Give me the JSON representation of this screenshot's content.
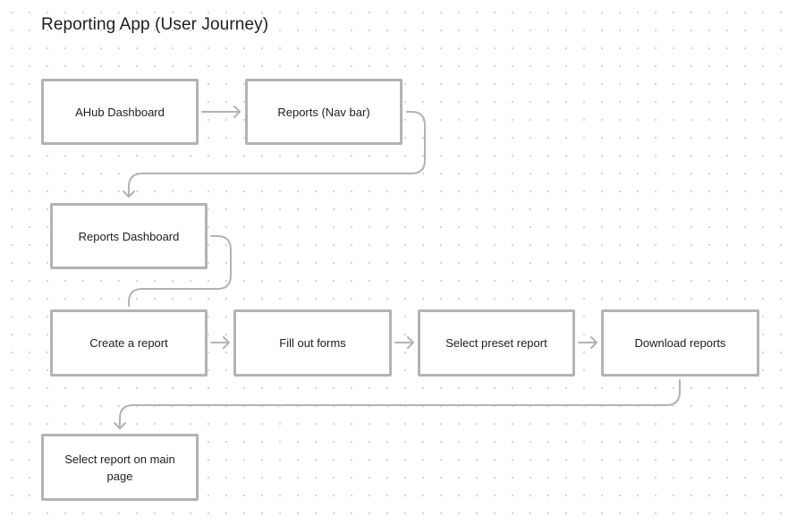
{
  "diagram": {
    "title": "Reporting App (User Journey)",
    "nodes": {
      "ahub_dashboard": "AHub Dashboard",
      "reports_nav_bar": "Reports (Nav bar)",
      "reports_dashboard": "Reports Dashboard",
      "create_report": "Create a report",
      "fill_out_forms": "Fill out forms",
      "select_preset_report": "Select preset report",
      "download_reports": "Download reports",
      "select_report_main_page": "Select report on main page"
    },
    "edges": [
      [
        "ahub_dashboard",
        "reports_nav_bar"
      ],
      [
        "reports_nav_bar",
        "reports_dashboard"
      ],
      [
        "reports_dashboard",
        "create_report"
      ],
      [
        "create_report",
        "fill_out_forms"
      ],
      [
        "fill_out_forms",
        "select_preset_report"
      ],
      [
        "select_preset_report",
        "download_reports"
      ],
      [
        "download_reports",
        "select_report_main_page"
      ]
    ],
    "colors": {
      "node_border": "#b3b3b3",
      "connector": "#b3b3b3",
      "text": "#1e1e1e",
      "canvas_dot": "#d4d4d4"
    }
  }
}
